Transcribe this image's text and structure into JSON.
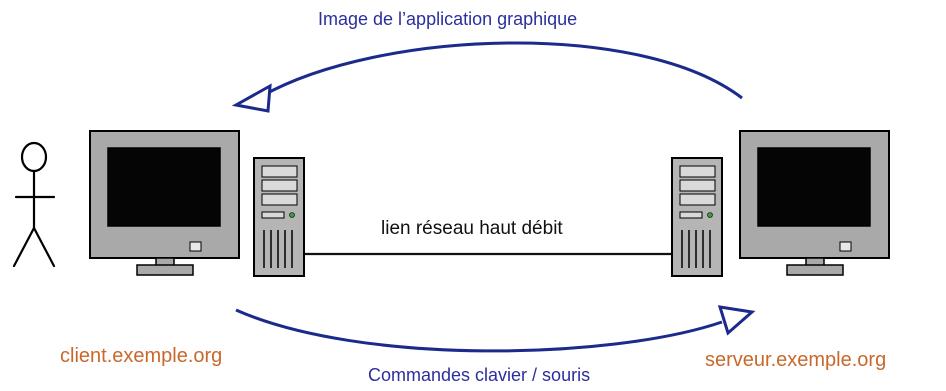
{
  "labels": {
    "top_arrow": "Image de l’application graphique",
    "bottom_arrow": "Commandes clavier / souris",
    "link": "lien réseau haut débit",
    "client": "client.exemple.org",
    "server": "serveur.exemple.org"
  },
  "colors": {
    "arrow": "#1c2a8c",
    "host_label": "#c8692c",
    "text_blue": "#2b2f9e",
    "monitor_body": "#a8a8a8",
    "screen": "#050505",
    "tower": "#b3b3b3"
  },
  "icons": {
    "user": "stick-figure-icon",
    "client_monitor": "monitor-icon",
    "client_tower": "computer-tower-icon",
    "server_tower": "computer-tower-icon",
    "server_monitor": "monitor-icon"
  }
}
